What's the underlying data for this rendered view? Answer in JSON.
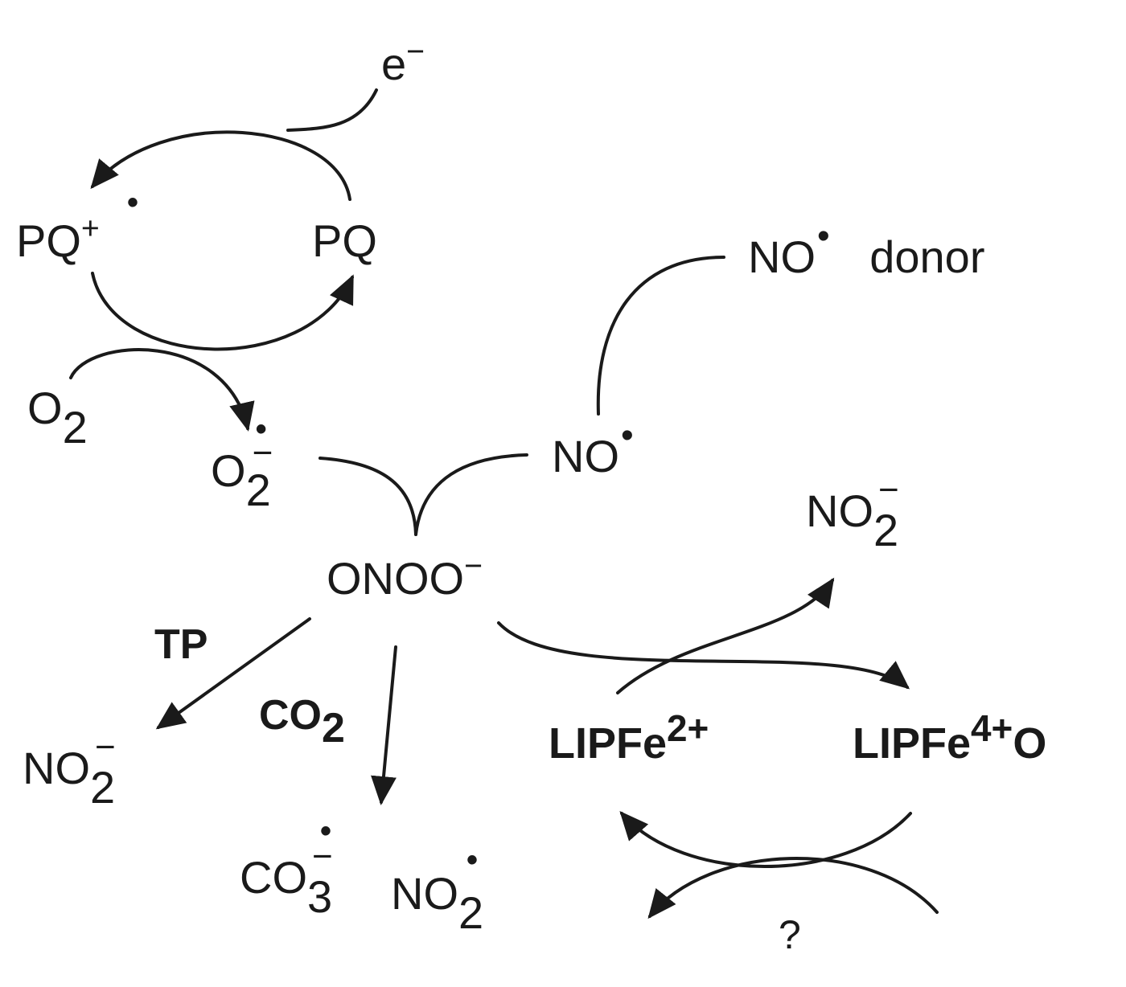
{
  "species": {
    "electron": {
      "base": "e",
      "charge": "−"
    },
    "pq_radical": {
      "base": "PQ",
      "charge": "+",
      "radical": "•"
    },
    "pq": {
      "base": "PQ"
    },
    "no_donor": {
      "base": "NO",
      "radical": "•",
      "suffix": "donor"
    },
    "o2": {
      "base": "O",
      "sub": "2"
    },
    "superoxide": {
      "base": "O",
      "sub": "2",
      "charge": "−",
      "radical": "•"
    },
    "no": {
      "base": "NO",
      "radical": "•"
    },
    "nitrite_right": {
      "base": "NO",
      "sub": "2",
      "charge": "−"
    },
    "peroxynitrite": {
      "base": "ONOO",
      "charge": "−"
    },
    "tp": {
      "label": "TP"
    },
    "co2_reagent": {
      "base": "CO",
      "sub": "2"
    },
    "nitrite_left": {
      "base": "NO",
      "sub": "2",
      "charge": "−"
    },
    "lipfe2": {
      "base": "LIPFe",
      "sup": "2+"
    },
    "lipfe4o": {
      "base": "LIPFe",
      "sup": "4+",
      "suffix": "O"
    },
    "carbonate_radical": {
      "base": "CO",
      "sub": "3",
      "charge": "−",
      "radical": "•"
    },
    "no2_radical": {
      "base": "NO",
      "sub": "2",
      "radical": "•"
    },
    "unknown": {
      "label": "?"
    }
  },
  "colors": {
    "ink": "#1a1a1a",
    "background": "#ffffff"
  }
}
